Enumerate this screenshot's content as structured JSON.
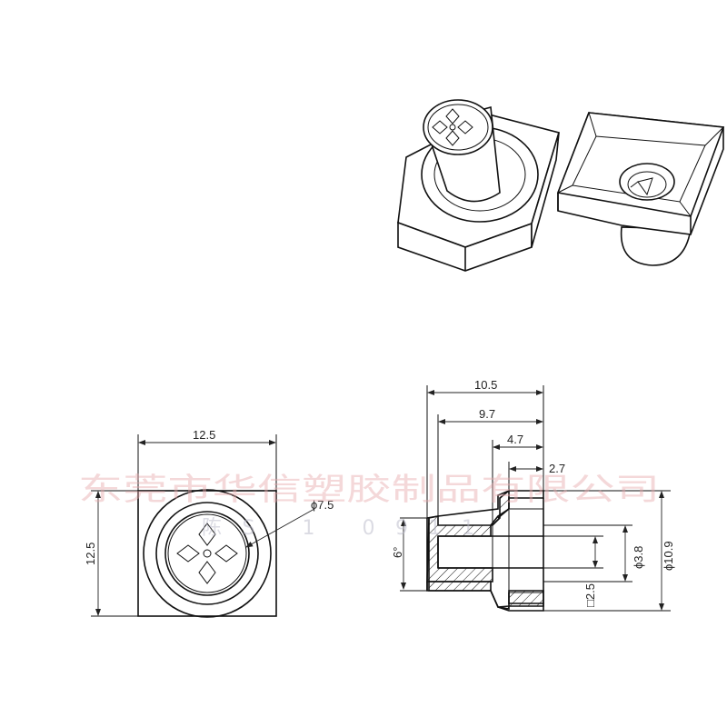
{
  "dimensions": {
    "front_width": "12.5",
    "front_height": "12.5",
    "front_diameter": "ϕ7.5",
    "side_total_length": "10.5",
    "side_length_2": "9.7",
    "side_length_3": "4.7",
    "side_length_4": "2.7",
    "side_angle": "6°",
    "side_inner_diameter": "ϕ3.8",
    "side_outer_diameter": "ϕ10.9",
    "side_square": "□2.5"
  },
  "watermark": {
    "line1": "东莞市华信塑胶制品有限公司",
    "line2": "陈S 1 0911"
  }
}
